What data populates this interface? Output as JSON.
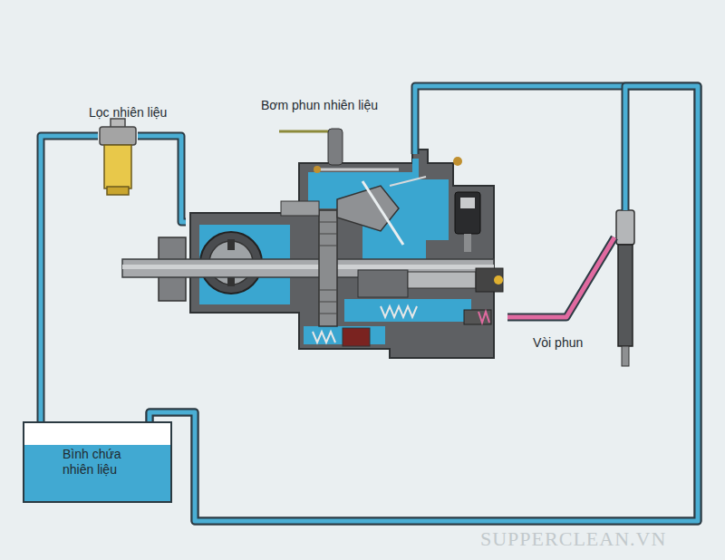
{
  "diagram": {
    "nodes": [
      {
        "text": [
          "Lọc nhiên liệu"
        ]
      },
      {
        "text": [
          "Bơm phun nhiên liệu"
        ]
      },
      {
        "text": [
          "Vòi phun"
        ]
      },
      {
        "text": [
          "Bình chứa nhiên liệu"
        ]
      }
    ],
    "edges": [
      {
        "from": 3,
        "to": 0,
        "arrow": "none"
      },
      {
        "from": 0,
        "to": 1,
        "arrow": "none"
      },
      {
        "from": 1,
        "to": 2,
        "arrow": "none"
      },
      {
        "from": 1,
        "to": 3,
        "arrow": "none"
      },
      {
        "from": 2,
        "to": 3,
        "arrow": "none"
      }
    ],
    "labels": [
      "SUPPERCLEAN.VN"
    ]
  }
}
